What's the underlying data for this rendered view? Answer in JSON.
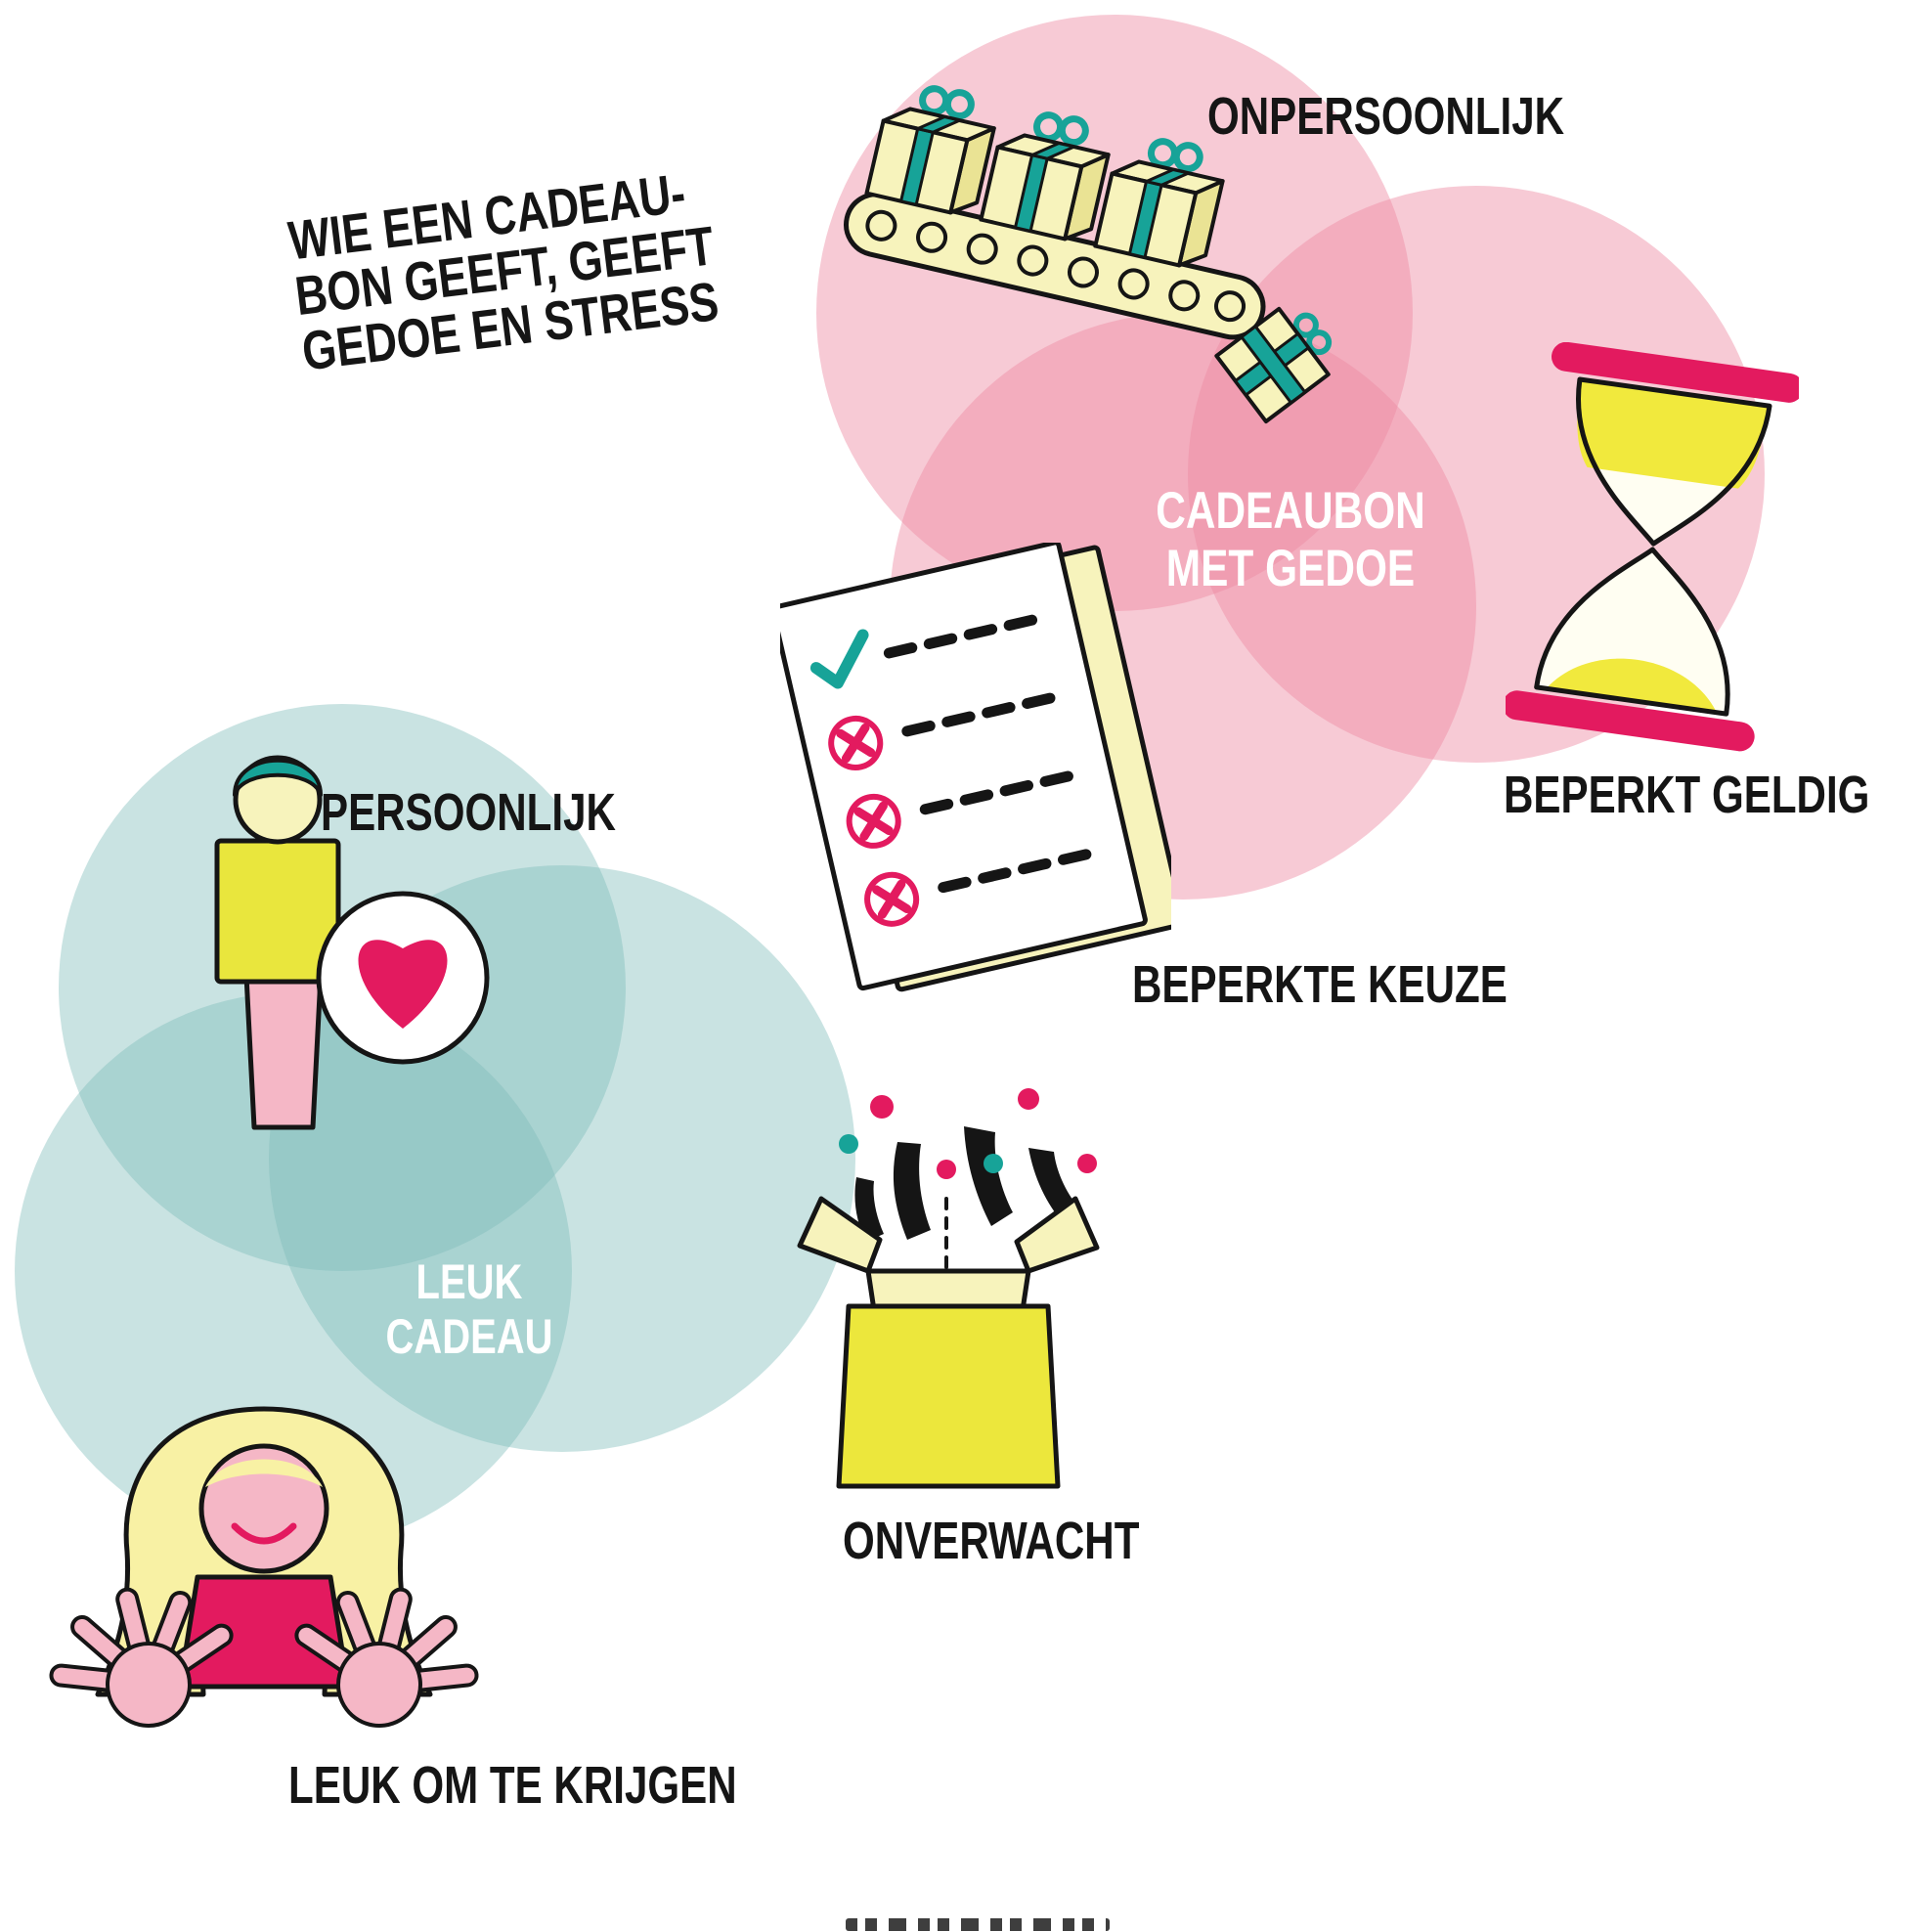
{
  "title": {
    "line1": "WIE EEN CADEAU-",
    "line2": "BON GEEFT, GEEFT",
    "line3": "GEDOE EN STRESS"
  },
  "hassle_cluster": {
    "center_line1": "CADEAUBON",
    "center_line2": "MET GEDOE",
    "label_impersonal": "ONPERSOONLIJK",
    "label_limited_validity": "BEPERKT GELDIG",
    "label_limited_choice": "BEPERKTE KEUZE",
    "circle_color": "#ee8aa2"
  },
  "nice_cluster": {
    "center_line1": "LEUK",
    "center_line2": "CADEAU",
    "label_personal": "PERSOONLIJK",
    "label_unexpected": "ONVERWACHT",
    "label_nice_to_receive": "LEUK OM TE KRIJGEN",
    "circle_color": "#7fbcba"
  },
  "colors": {
    "accent_pink": "#e31a5f",
    "accent_teal": "#17a398",
    "pale_yellow": "#f7f3bc",
    "bright_yellow": "#ece73c",
    "sand_yellow": "#f1e93d",
    "skin_pink": "#f5b7c6",
    "hair_yellow": "#f8f1a4",
    "shirt_yellow": "#e9e63d",
    "ink": "#151515"
  },
  "icons": {
    "conveyor": "gift-conveyor-icon",
    "hourglass": "hourglass-icon",
    "checklist": "checklist-icon",
    "person_heart": "person-with-heart-icon",
    "surprise_box": "surprise-box-icon",
    "happy_receiver": "happy-receiver-icon"
  }
}
